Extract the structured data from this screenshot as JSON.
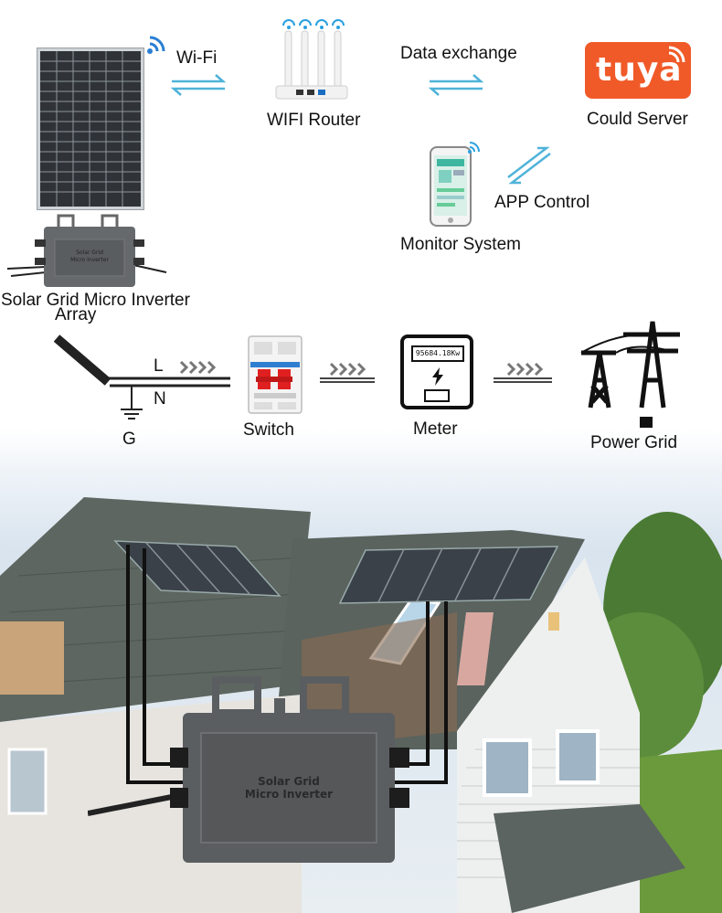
{
  "labels": {
    "wifi": "Wi-Fi",
    "router": "WIFI Router",
    "data_exchange": "Data exchange",
    "cloud_server": "Could Server",
    "app_control": "APP Control",
    "monitor_system": "Monitor System",
    "inverter_array": "Solar Grid Micro Inverter",
    "array": "Array",
    "line": "L",
    "neutral": "N",
    "ground": "G",
    "switch": "Switch",
    "meter": "Meter",
    "power_grid": "Power Grid"
  },
  "brand": {
    "logo_text": "tuya",
    "color": "#f05a28"
  },
  "meter_display": "95684.18Kw",
  "inverter_label": {
    "line1": "Solar Grid",
    "line2": "Micro Inverter"
  },
  "colors": {
    "arrow": "#4fb3d9",
    "inverter_body": "#5b5e61",
    "panel": "#3a4148",
    "roof": "#5d6660",
    "grass": "#6a9a3c"
  }
}
